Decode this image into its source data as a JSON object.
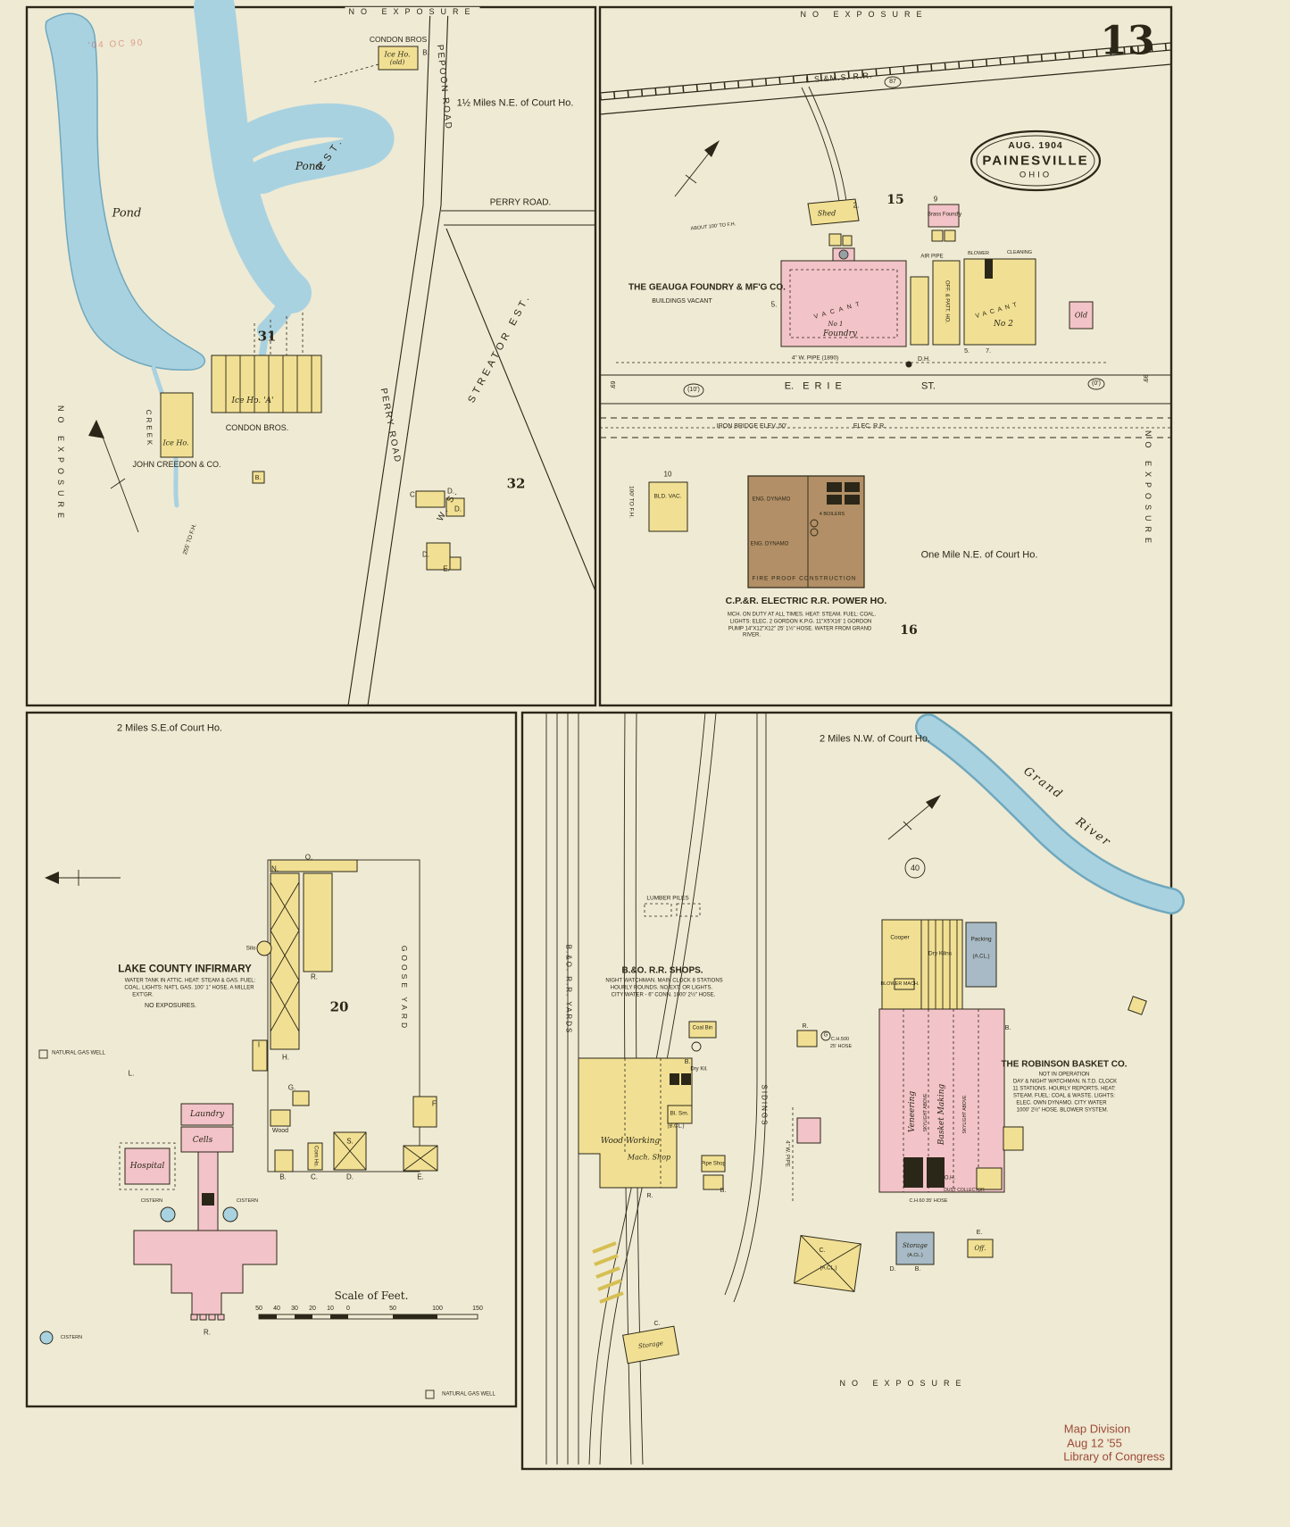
{
  "palette": {
    "paper": "#efead4",
    "ink": "#2b2718",
    "water": "#a9d2e1",
    "water-edge": "#6fa8bd",
    "yellow": "#f1e093",
    "pink": "#f2c3c8",
    "brown": "#b28f66",
    "slate": "#a7bac6",
    "stamp": "#9c4a38"
  },
  "sheet": {
    "number": "13"
  },
  "badge": {
    "date": "AUG. 1904",
    "city": "PAINESVILLE",
    "state": "OHIO"
  },
  "stamps": {
    "received": "'04 OC 90",
    "loc1": "Map Division",
    "loc2": "Aug 12 '55",
    "loc3": "Library of Congress"
  },
  "tl": {
    "no_exposure_top": "NO EXPOSURE",
    "condon_bros_top": "CONDON BROS",
    "ice_ho_old": "Ice Ho.",
    "old_note": "(old)",
    "b1": "B.",
    "pepoon_road": "PEPOON ROAD",
    "miles": "1½ Miles N.E. of Court Ho.",
    "pond1": "Pond",
    "pond2": "Pond",
    "est": "EST.",
    "perry_road_h": "PERRY ROAD.",
    "perry_road_d": "PERRY ROAD",
    "streator": "STREATOR EST.",
    "ws": "W. S.",
    "block31": "31",
    "ice_ho_a": "Ice Ho. 'A'",
    "condon_bros": "CONDON BROS.",
    "ice_ho": "Ice Ho.",
    "creedon": "JOHN CREEDON & CO.",
    "block32": "32",
    "c1": "C.",
    "d1": "D.",
    "d2": "D.",
    "d3": "D.",
    "e1": "E.",
    "no_exposure_left": "NO EXPOSURE",
    "creek": "CREEK",
    "fh": "255' TO F.H.",
    "b2": "B."
  },
  "tr": {
    "no_exposure_top": "NO EXPOSURE",
    "lsms": "L.S.&M.S. R.R.",
    "n87": "87",
    "block15": "15",
    "shed": "Shed",
    "n2": "2.",
    "n9": "9",
    "brass": "Brass Found'y",
    "geauga": "THE GEAUGA FOUNDRY & MF'G CO.",
    "bvac": "BUILDINGS VACANT",
    "n5": "5.",
    "vac1": "VACANT",
    "no1": "No 1",
    "foundry": "Foundry",
    "offpatt": "OFF. & PATT. HO.",
    "vac2": "VACANT",
    "no2": "No 2",
    "blower": "BLOWER",
    "cleaning": "CLEANING",
    "old": "Old",
    "airpipe": "AIR PIPE",
    "wpipe": "4\" W. PIPE (1890)",
    "dh": "D.H.",
    "st_e": "E.",
    "st_erie": "ERIE",
    "st_st": "ST.",
    "w10": "(10')",
    "w0": "(0')",
    "w69": "69'",
    "w99": "99'",
    "iron_bridge": "IRON BRIDGE ELEV. 50'",
    "elec_rr": "ELEC. R.R.",
    "no_exposure_right": "NO EXPOSURE",
    "n10": "10",
    "bld_vac": "BLD. VAC.",
    "fh100": "100' TO F.H.",
    "about_fh": "ABOUT 100' TO F.H.",
    "eng1": "ENG. DYNAMO",
    "eng2": "ENG. DYNAMO",
    "boilers": "4 BOILERS",
    "fireproof": "FIRE PROOF CONSTRUCTION",
    "power_title": "C.P.&R. ELECTRIC R.R. POWER HO.",
    "pd1": "MCH. ON DUTY AT ALL TIMES. HEAT: STEAM. FUEL: COAL.",
    "pd2": "LIGHTS: ELEC. 2 GORDON K.P.G. 11\"X5'X16' 1 GORDON",
    "pd3": "PUMP 14\"X12\"X12\" 25' 1½\" HOSE. WATER FROM GRAND",
    "pd4": "RIVER.",
    "mile": "One Mile N.E. of Court Ho.",
    "block16": "16",
    "n5b": "5.",
    "n7": "7."
  },
  "bl": {
    "miles": "2 Miles S.E.of Court Ho.",
    "title": "LAKE COUNTY INFIRMARY",
    "d1": "WATER TANK IN ATTIC. HEAT: STEAM & GAS. FUEL:",
    "d2": "COAL. LIGHTS: NAT'L GAS. 100' 1\" HOSE. A MILLER",
    "d3": "EXT'GR.",
    "no_exposures": "NO EXPOSURES.",
    "block20": "20",
    "goose_yard": "GOOSE YARD",
    "o": "O.",
    "n": "N.",
    "r": "R.",
    "silo": "Silo",
    "i": "I",
    "h": "H.",
    "l": "L.",
    "g": "G.",
    "wood": "Wood",
    "b": "B.",
    "corn_ho": "Corn Ho.",
    "c": "C.",
    "s": "S.",
    "d": "D.",
    "e": "E.",
    "f": "F.",
    "laundry": "Laundry",
    "cells": "Cells",
    "hospital": "Hospital",
    "cistern1": "CISTERN",
    "cistern2": "CISTERN",
    "cistern3": "CISTERN",
    "gas_well": "NATURAL GAS WELL",
    "r2": "R.",
    "scale_title": "Scale of Feet.",
    "t50a": "50",
    "t40": "40",
    "t30": "30",
    "t20": "20",
    "t10": "10",
    "t0": "0",
    "t50b": "50",
    "t100": "100",
    "t150": "150",
    "gas_legend": "NATURAL GAS WELL"
  },
  "br": {
    "miles": "2 Miles N.W. of Court Ho.",
    "grand": "Grand",
    "river": "River",
    "n40": "40",
    "yards": "B.&O. R.R. YARDS",
    "sidings": "SIDINGS",
    "lumber": "LUMBER PILES",
    "shops_title": "B.&O. R.R. SHOPS.",
    "sd1": "NIGHT WATCHMAN. MAIN CLOCK 8 STATIONS",
    "sd2": "HOURLY ROUNDS. NO EXT. OR LIGHTS.",
    "sd3": "CITY WATER - 6\" CONN. 1000' 2½\" HOSE.",
    "coal_bin": "Coal Bin",
    "wood_working": "Wood Working",
    "mach_shop": "Mach. Shop",
    "bl_sm": "Bl. Sm.",
    "dry_kil": "Dry Kil.",
    "bcl": "(B.CL.)",
    "b1": "B.",
    "r1": "R.",
    "pipe_shop": "Pipe Shop",
    "b2": "B.",
    "cooper": "Cooper",
    "dry_kilns": "Dry Kilns",
    "packing": "Packing",
    "acl1": "(A.CL.)",
    "blower_mach": "BLOWER MACH.",
    "veneering": "Veneering",
    "basket_making": "Basket Making",
    "sky1": "SKYLIGHT ABOVE",
    "sky2": "SKYLIGHT ABOVE",
    "robinson_title": "THE ROBINSON BASKET CO.",
    "rd1": "NOT IN OPERATION",
    "rd2": "DAY & NIGHT WATCHMAN. N.T.D. CLOCK",
    "rd3": "11 STATIONS. HOURLY REPORTS. HEAT:",
    "rd4": "STEAM. FUEL: COAL & WASTE. LIGHTS:",
    "rd5": "ELEC. OWN DYNAMO. CITY WATER",
    "rd6": "1000' 2½\" HOSE. BLOWER SYSTEM.",
    "b3": "B.",
    "r2": "R.",
    "ch500": "C.H.500",
    "hose25": "25' HOSE",
    "g": "G",
    "wpipe": "4\" W. PIPE",
    "oh": "O.H.",
    "dust": "DUST COLLECTOR",
    "ch60": "C.H.60  35' HOSE",
    "storage1": "Storage",
    "acl2": "(A.CL.)",
    "d1": "D.",
    "b4": "B.",
    "e": "E.",
    "off": "Off.",
    "c_big": "C.",
    "acl3": "(A.CL.)",
    "storage2": "Storage",
    "c2": "C.",
    "no_exposure": "NO EXPOSURE"
  }
}
